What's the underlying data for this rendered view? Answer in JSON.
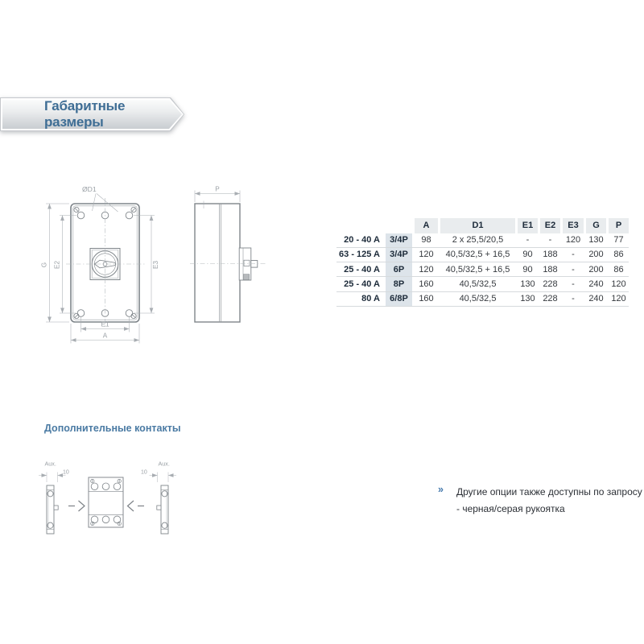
{
  "banner": {
    "title": "Габаритные размеры"
  },
  "drawing": {
    "front_view": {
      "d1_label": "ØD1",
      "g_label": "G",
      "e2_label": "E2",
      "e3_label": "E3",
      "e1_label": "E1",
      "a_label": "A"
    },
    "side_view": {
      "p_label": "P"
    }
  },
  "dimension_table": {
    "headers": {
      "a": "A",
      "d1": "D1",
      "e1": "E1",
      "e2": "E2",
      "e3": "E3",
      "g": "G",
      "p": "P"
    },
    "rows": [
      {
        "current": "20 - 40 A",
        "poles": "3/4P",
        "a": "98",
        "d1": "2 x 25,5/20,5",
        "e1": "-",
        "e2": "-",
        "e3": "120",
        "g": "130",
        "p": "77"
      },
      {
        "current": "63 - 125 A",
        "poles": "3/4P",
        "a": "120",
        "d1": "40,5/32,5 + 16,5",
        "e1": "90",
        "e2": "188",
        "e3": "-",
        "g": "200",
        "p": "86"
      },
      {
        "current": "25 - 40 A",
        "poles": "6P",
        "a": "120",
        "d1": "40,5/32,5 + 16,5",
        "e1": "90",
        "e2": "188",
        "e3": "-",
        "g": "200",
        "p": "86"
      },
      {
        "current": "25 - 40 A",
        "poles": "8P",
        "a": "160",
        "d1": "40,5/32,5",
        "e1": "130",
        "e2": "228",
        "e3": "-",
        "g": "240",
        "p": "120"
      },
      {
        "current": "80 A",
        "poles": "6/8P",
        "a": "160",
        "d1": "40,5/32,5",
        "e1": "130",
        "e2": "228",
        "e3": "-",
        "g": "240",
        "p": "120"
      }
    ]
  },
  "aux_section": {
    "title": "Дополнительные контакты",
    "left_module": {
      "label": "Aux.",
      "dimension": "10"
    },
    "right_module": {
      "label": "Aux.",
      "dimension": "10"
    }
  },
  "note": {
    "bullet": "»",
    "line1": "Другие опции также доступны по запросу",
    "line2": "- черная/серая рукоятка"
  },
  "colors": {
    "banner_text": "#3f6e95",
    "accent_blue": "#4479ad",
    "table_header_bg": "#e9ecee",
    "table_pole_bg": "#dde4ea",
    "drawing_line": "#7f858a",
    "dimension_line": "#a8adb2"
  }
}
